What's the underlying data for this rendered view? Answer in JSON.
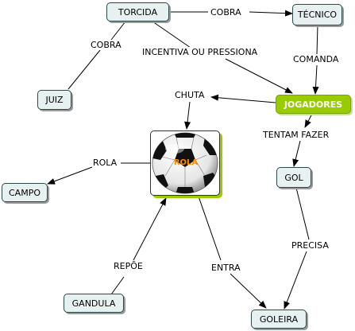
{
  "nodes": {
    "torcida": "TORCIDA",
    "tecnico": "TÉCNICO",
    "juiz": "JUIZ",
    "jogadores": "JOGADORES",
    "rola_image_label": "ROLA",
    "gol": "GOL",
    "campo": "CAMPO",
    "gandula": "GANDULA",
    "goleira": "GOLEIRA"
  },
  "links": {
    "cobra_top": "COBRA",
    "cobra_left": "COBRA",
    "incentiva": "INCENTIVA OU PRESSIONA",
    "comanda": "COMANDA",
    "chuta": "CHUTA",
    "tentam_fazer": "TENTAM FAZER",
    "rola": "ROLA",
    "precisa": "PRECISA",
    "repoe": "REPÕE",
    "entra": "ENTRA"
  },
  "colors": {
    "node_fill": "#e8f1f1",
    "highlight": "#99cc00",
    "ball_label": "#ff8c00"
  }
}
